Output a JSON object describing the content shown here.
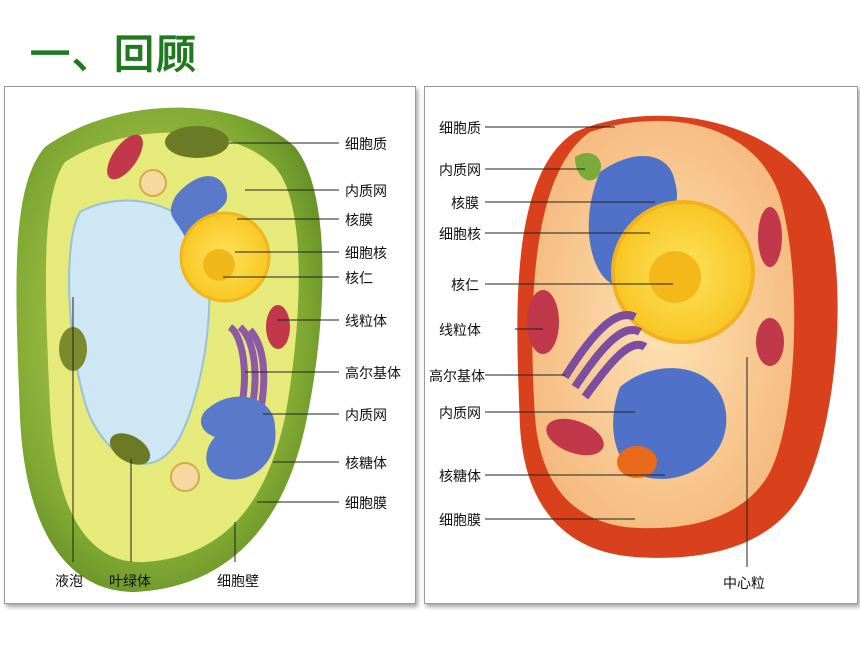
{
  "slide": {
    "title": "一、回顾"
  },
  "plant_cell": {
    "right_labels": [
      "细胞质",
      "内质网",
      "核膜",
      "细胞核",
      "核仁",
      "线粒体",
      "高尔基体",
      "内质网",
      "核糖体",
      "细胞膜"
    ],
    "bottom_labels": [
      "液泡",
      "叶绿体",
      "细胞壁"
    ]
  },
  "animal_cell": {
    "left_labels": [
      "细胞质",
      "内质网",
      "核膜",
      "细胞核",
      "核仁",
      "线粒体",
      "高尔基体",
      "内质网",
      "核糖体",
      "细胞膜"
    ],
    "bottom_labels": [
      "中心粒"
    ]
  },
  "colors": {
    "title": "#1f7a1f",
    "cell_wall": "#6f9a2a",
    "cytoplasm": "#e8e87a",
    "animal_membrane": "#d8411c"
  }
}
